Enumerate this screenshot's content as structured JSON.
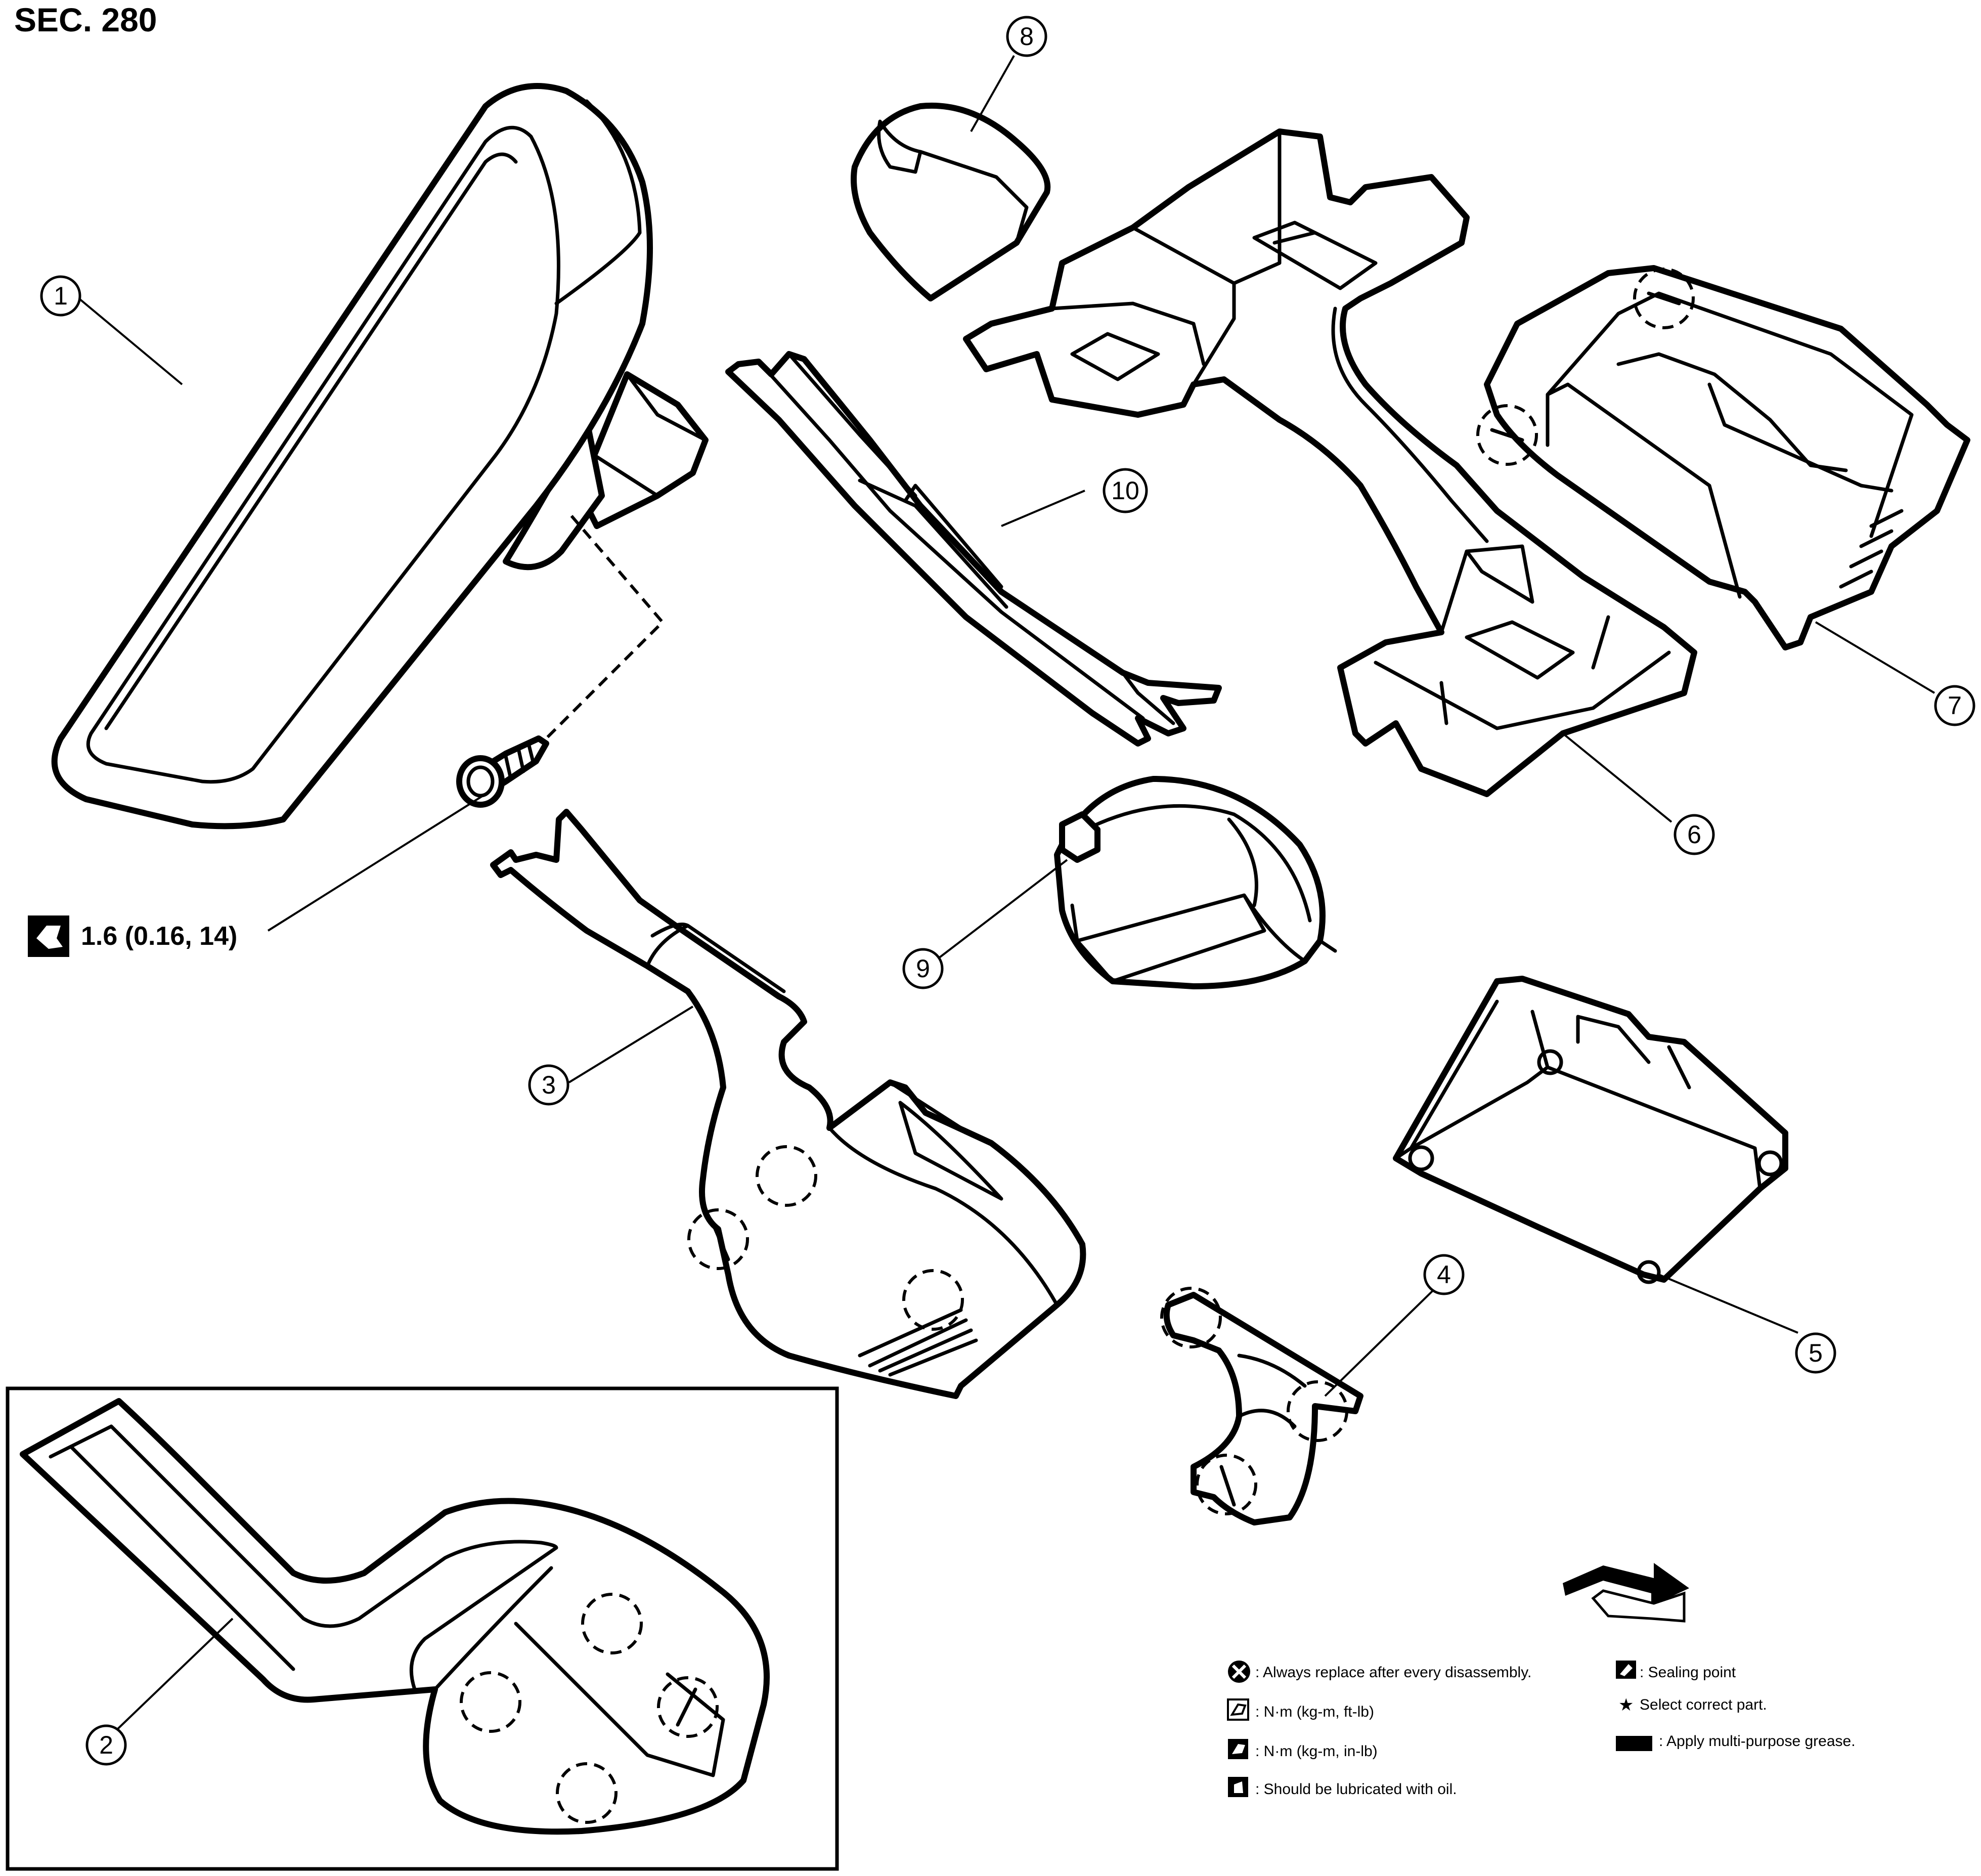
{
  "section_label": "SEC. 280",
  "torque_spec": "1.6 (0.16, 14)",
  "callouts": [
    "1",
    "2",
    "3",
    "4",
    "5",
    "6",
    "7",
    "8",
    "9",
    "10"
  ],
  "legend": {
    "always_replace": ": Always replace after every disassembly.",
    "torque_ft_lb": ": N·m (kg-m, ft-lb)",
    "torque_in_lb": ": N·m (kg-m, in-lb)",
    "lubricate_oil": ": Should be lubricated with oil.",
    "sealing_point": ": Sealing point",
    "select_part": "Select correct part.",
    "apply_grease": ": Apply multi-purpose grease."
  },
  "star_symbol": "★",
  "icons": [
    "torque-wrench-icon",
    "direction-arrow-icon",
    "replace-x-icon",
    "sealing-point-icon",
    "grease-icon",
    "oil-can-icon"
  ]
}
